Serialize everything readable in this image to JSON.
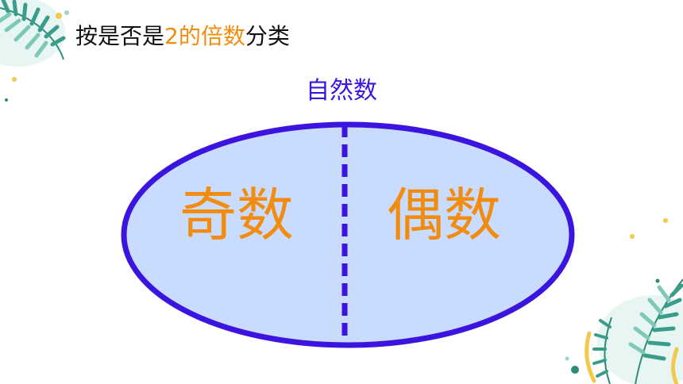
{
  "heading": {
    "prefix": "按是否是",
    "highlight": "2的倍数",
    "suffix": "分类"
  },
  "diagram": {
    "set_label": "自然数",
    "left_category": "奇数",
    "right_category": "偶数",
    "fill_color": "#c9dcff",
    "outline_color": "#3b14e0",
    "label_color": "#f28c0f"
  },
  "decoration": {
    "icons": [
      "leaf-icon",
      "dot-icon"
    ],
    "colors": [
      "#9fd6c9",
      "#2f8a7a",
      "#f2c94c",
      "#e6f6f3"
    ]
  }
}
